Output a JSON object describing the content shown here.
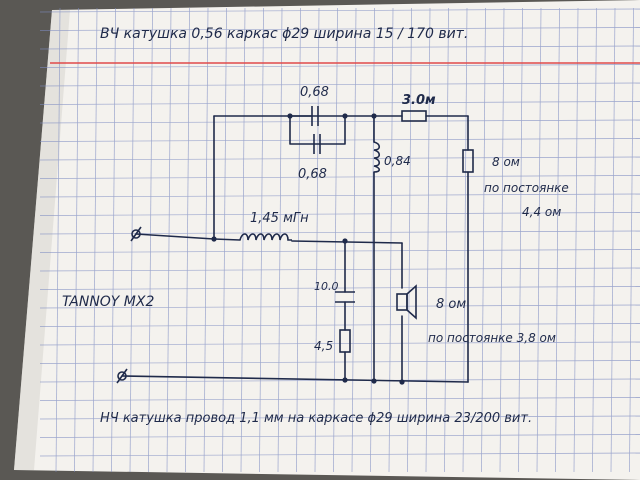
{
  "header_note": "ВЧ катушка 0,56 каркас ϕ29 ширина 15 / 170 вит.",
  "model_label": "TANNOY MX2",
  "footer_note": "НЧ катушка провод 1,1 мм на каркасе ϕ29 ширина 23/200 вит.",
  "tweeter_section": {
    "cap_top": "0,68",
    "cap_bottom": "0,68",
    "resistor": "3.0м",
    "inductor": "0,84",
    "tweeter_impedance": "8 ом",
    "tweeter_dcr_line1": "по постоянке",
    "tweeter_dcr_line2": "4,4 ом"
  },
  "woofer_section": {
    "inductor": "1,45 мГн",
    "capacitor": "10.0",
    "resistor": "4,5",
    "woofer_impedance": "8 ом",
    "woofer_dcr": "по постоянке 3,8 ом"
  },
  "colors": {
    "paper": "#f4f2ee",
    "grid": "#7e8cc2",
    "margin_line": "#e04a4a",
    "ink": "#1f2a4a"
  }
}
